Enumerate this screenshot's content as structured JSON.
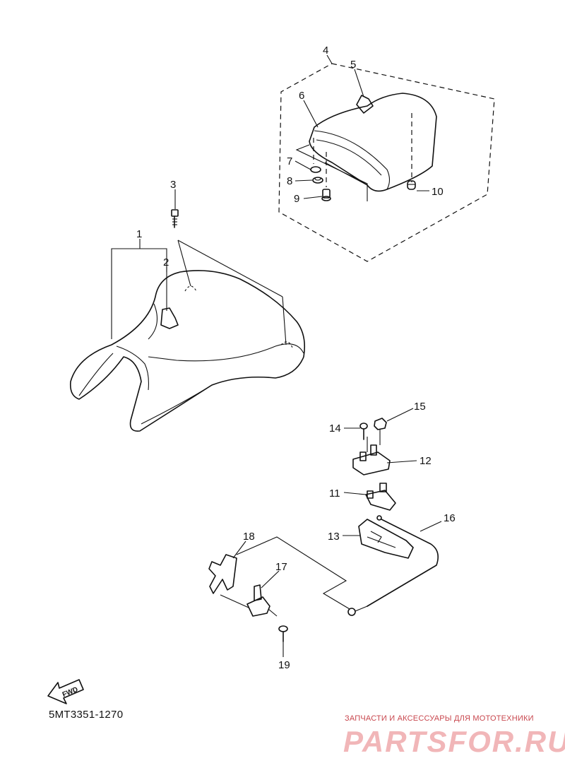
{
  "callouts": [
    {
      "id": "c1",
      "text": "1"
    },
    {
      "id": "c2",
      "text": "2"
    },
    {
      "id": "c3",
      "text": "3"
    },
    {
      "id": "c4",
      "text": "4"
    },
    {
      "id": "c5",
      "text": "5"
    },
    {
      "id": "c6",
      "text": "6"
    },
    {
      "id": "c7",
      "text": "7"
    },
    {
      "id": "c8",
      "text": "8"
    },
    {
      "id": "c9",
      "text": "9"
    },
    {
      "id": "c10",
      "text": "10"
    },
    {
      "id": "c11",
      "text": "11"
    },
    {
      "id": "c12",
      "text": "12"
    },
    {
      "id": "c13",
      "text": "13"
    },
    {
      "id": "c14",
      "text": "14"
    },
    {
      "id": "c15",
      "text": "15"
    },
    {
      "id": "c16",
      "text": "16"
    },
    {
      "id": "c17",
      "text": "17"
    },
    {
      "id": "c18",
      "text": "18"
    },
    {
      "id": "c19",
      "text": "19"
    }
  ],
  "fwd_arrow": {
    "text": "FWD"
  },
  "diagram_code": "5MT3351-1270",
  "watermark": {
    "subtitle": "ЗАПЧАСТИ И АКСЕССУАРЫ ДЛЯ МОТОТЕХНИКИ",
    "logo": "PARTSFOR.RU",
    "color": "#c8474e"
  }
}
